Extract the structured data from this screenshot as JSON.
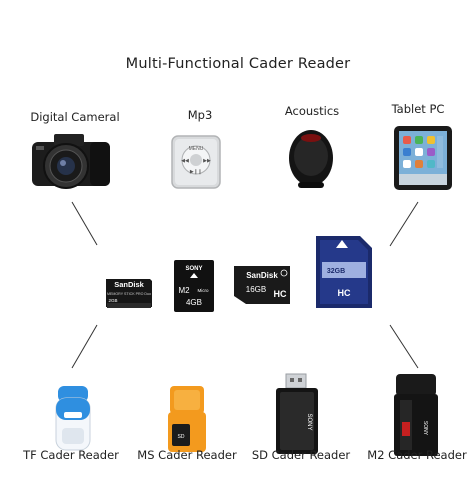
{
  "title": "Multi-Functional Cader Reader",
  "devices": [
    {
      "label": "Digital Cameral",
      "icon": "camera-icon"
    },
    {
      "label": "Mp3",
      "icon": "mp3-player-icon"
    },
    {
      "label": "Acoustics",
      "icon": "speaker-icon"
    },
    {
      "label": "Tablet PC",
      "icon": "tablet-icon"
    }
  ],
  "cards": {
    "ms_duo": {
      "brand": "SanDisk",
      "line": "MEMORY STICK PRO Duo",
      "capacity": "2GB"
    },
    "m2": {
      "brand": "SONY",
      "line": "M2",
      "sub": "Micro",
      "capacity": "4GB"
    },
    "microsd": {
      "brand": "SanDisk",
      "capacity": "16GB",
      "type": "HC"
    },
    "sd": {
      "capacity": "32GB",
      "type": "HC"
    }
  },
  "readers": [
    {
      "label": "TF Cader Reader",
      "icon": "tf-reader-icon"
    },
    {
      "label": "MS Cader Reader",
      "icon": "ms-reader-icon"
    },
    {
      "label": "SD Cader Reader",
      "icon": "sd-reader-icon",
      "brand": "SONY"
    },
    {
      "label": "M2 Cader Reader",
      "icon": "m2-reader-icon"
    }
  ],
  "colors": {
    "tf_reader": "#2f8fe0",
    "ms_reader": "#f39a1e",
    "m2_accent": "#c62020"
  }
}
